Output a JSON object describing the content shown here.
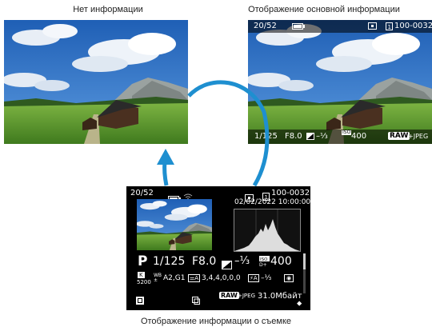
{
  "captions": {
    "no_info": "Нет информации",
    "basic_info": "Отображение основной информации",
    "shooting_info": "Отображение информации о съемке"
  },
  "basic_overlay": {
    "frame_count": "20/52",
    "battery_icon": "battery-full-icon",
    "af_area_icon": "af-point-icon",
    "card_icon": "card-1-icon",
    "folder_file": "100-0032",
    "shutter": "1/125",
    "aperture": "F8.0",
    "exposure_comp": "–⅓",
    "iso_label": "ISO",
    "iso_value": "400",
    "quality": "RAW",
    "quality_extra": "+JPEG"
  },
  "shooting_overlay": {
    "frame_count": "20/52",
    "battery_icon": "battery-full-icon",
    "wifi_icon": "wifi-off-icon",
    "af_area_icon": "af-point-icon",
    "card_icon": "card-1-icon",
    "folder_file": "100-0032",
    "datetime": "02/02/2022 10:00:00",
    "mode": "P",
    "shutter": "1/125",
    "aperture": "F8.0",
    "exposure_comp": "–⅓",
    "iso_value": "400",
    "white_balance_k": "K",
    "white_balance_value": "5200",
    "wb_shift": "A2,G1",
    "picture_style": "3,4,4,0,0,0",
    "flash_comp": "–⅓",
    "quality": "RAW",
    "quality_extra": "+JPEG",
    "file_size": "31.0Мбайт"
  },
  "colors": {
    "arrow": "#1e8fd0",
    "lcd_bg": "#000000",
    "sky": "#2d6fc2",
    "grass": "#5a9a2c"
  }
}
